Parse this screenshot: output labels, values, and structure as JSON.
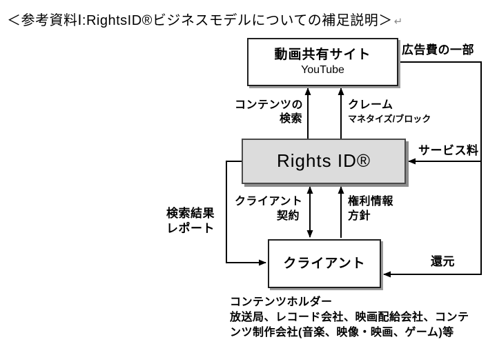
{
  "title": {
    "text": "＜参考資料Ⅰ:RightsID®ビジネスモデルについての補足説明＞",
    "paragraph_mark": "↵"
  },
  "diagram": {
    "nodes": {
      "video_site": {
        "line1": "動画共有サイト",
        "line2": "YouTube"
      },
      "rights_id": {
        "label": "Rights ID®"
      },
      "client": {
        "label": "クライアント"
      }
    },
    "labels": {
      "ad_fee": "広告費の一部",
      "content_search_l1": "コンテンツの",
      "content_search_l2": "検索",
      "claim": "クレーム",
      "claim_sub": "マネタイズ/ブロック",
      "service_fee": "サービス料",
      "search_report_l1": "検索結果",
      "search_report_l2": "レポート",
      "client_contract_l1": "クライアント",
      "client_contract_l2": "契約",
      "rights_policy_l1": "権利情報",
      "rights_policy_l2": "方針",
      "redistribution": "還元"
    },
    "edges": [
      {
        "from": "rights_id",
        "to": "video_site",
        "label": "コンテンツの検索",
        "direction": "up"
      },
      {
        "from": "rights_id",
        "to": "video_site",
        "label": "クレーム マネタイズ/ブロック",
        "direction": "up"
      },
      {
        "from": "video_site",
        "to": "rights_id",
        "label": "広告費の一部 → サービス料",
        "direction": "left"
      },
      {
        "from": "video_site",
        "to": "client",
        "label": "広告費の一部 → 還元",
        "direction": "left"
      },
      {
        "from": "rights_id",
        "to": "client",
        "label": "クライアント契約",
        "direction": "both"
      },
      {
        "from": "client",
        "to": "rights_id",
        "label": "権利情報方針",
        "direction": "up"
      },
      {
        "from": "rights_id",
        "to": "client",
        "label": "検索結果レポート",
        "direction": "right"
      }
    ],
    "footnote": {
      "l1": "コンテンツホルダー",
      "l2": "放送局、レコード会社、映画配給会社、コンテ",
      "l3": "ンツ制作会社(音楽、映像・映画、ゲーム)等"
    },
    "colors": {
      "line": "#000000",
      "gray_box_fill": "#dcdcdc",
      "gray_box_border": "#4a4a4a",
      "white_box_border": "#1f1f1f",
      "shadow": "#9c9c9c"
    }
  }
}
